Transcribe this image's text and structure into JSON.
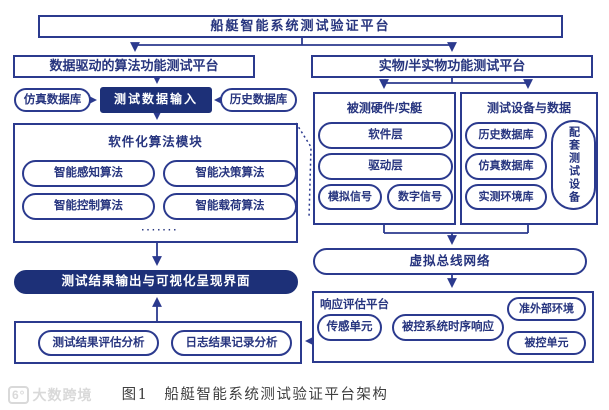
{
  "colors": {
    "navy": "#2b3a8e",
    "darkfill": "#1d3078",
    "ink": "#27357f",
    "caption": "#3f3f3f",
    "watermark": "#d9d9d9"
  },
  "diagram": {
    "title": "船艇智能系统测试验证平台",
    "left": {
      "platform": "数据驱动的算法功能测试平台",
      "sim_db": "仿真数据库",
      "test_input": "测试数据输入",
      "hist_db": "历史数据库",
      "software": {
        "title": "软件化算法模块",
        "algo_perception": "智能感知算法",
        "algo_decision": "智能决策算法",
        "algo_control": "智能控制算法",
        "algo_payload": "智能载荷算法",
        "ellipsis": "·······"
      },
      "output": "测试结果输出与可视化呈现界面",
      "analysis": {
        "eval": "测试结果评估分析",
        "log": "日志结果记录分析"
      }
    },
    "right": {
      "platform": "实物/半实物功能测试平台",
      "hardware": {
        "title": "被测硬件/实艇",
        "software_layer": "软件层",
        "driver_layer": "驱动层",
        "analog_signal": "模拟信号",
        "digital_signal": "数字信号"
      },
      "equipment": {
        "title": "测试设备与数据",
        "hist_db": "历史数据库",
        "sim_db": "仿真数据库",
        "env_db": "实测环境库",
        "support": "配套测试设备"
      },
      "bus": "虚拟总线网络",
      "response": {
        "title": "响应评估平台",
        "sensor": "传感单元",
        "timing": "被控系统时序响应",
        "quasi_env": "准外部环境",
        "controlled_unit": "被控单元"
      }
    }
  },
  "caption": "图1　船艇智能系统测试验证平台架构",
  "watermark": {
    "logo_text": "6°",
    "text": "大数跨境"
  }
}
